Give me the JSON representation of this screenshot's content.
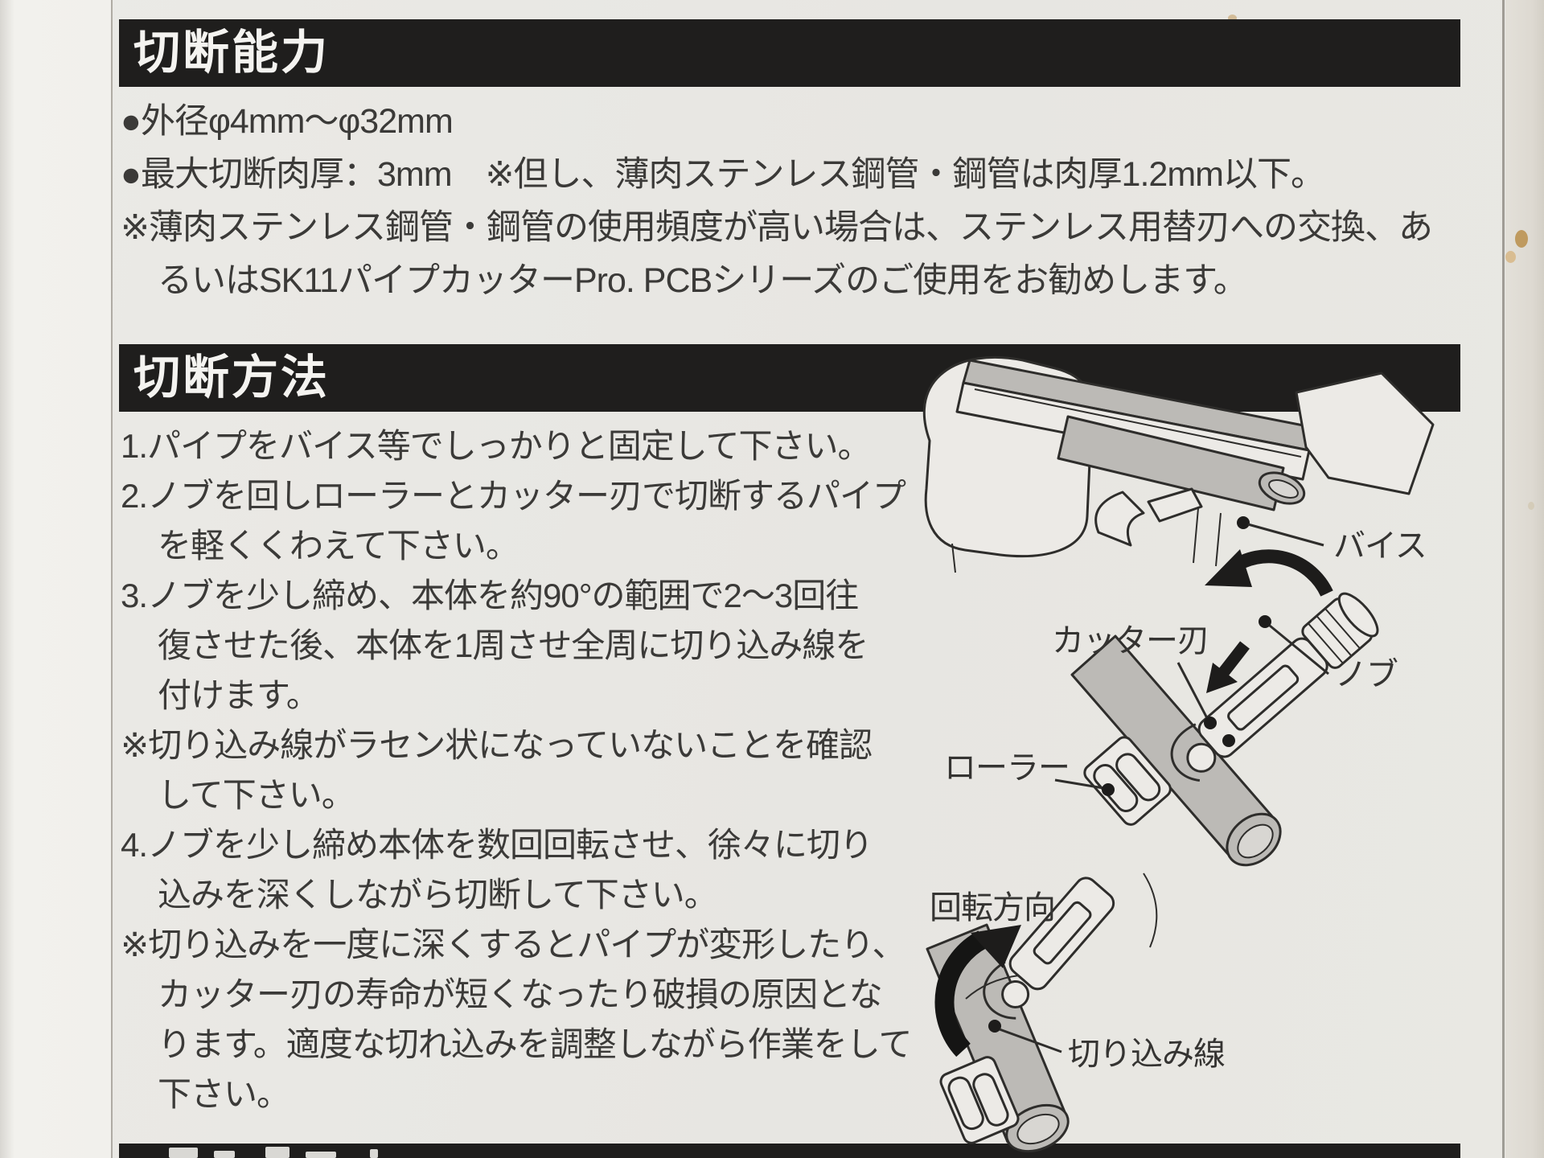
{
  "section_capacity": {
    "title": "切断能力",
    "lines": [
      {
        "text": "●外径φ4mm～φ32mm"
      },
      {
        "text": "●最大切断肉厚：3mm　※但し、薄肉ステンレス鋼管・鋼管は肉厚1.2mm以下。"
      },
      {
        "text": "※薄肉ステンレス鋼管・鋼管の使用頻度が高い場合は、ステンレス用替刃への交換、あ"
      },
      {
        "text": "るいはSK11パイプカッターPro. PCBシリーズのご使用をお勧めします。",
        "indent": true
      }
    ]
  },
  "section_method": {
    "title": "切断方法",
    "lines": [
      {
        "text": "1.パイプをバイス等でしっかりと固定して下さい。"
      },
      {
        "text": "2.ノブを回しローラーとカッター刃で切断するパイプ"
      },
      {
        "text": "を軽くくわえて下さい。",
        "indent": true
      },
      {
        "text": "3.ノブを少し締め、本体を約90°の範囲で2～3回往"
      },
      {
        "text": "復させた後、本体を1周させ全周に切り込み線を",
        "indent": true
      },
      {
        "text": "付けます。",
        "indent": true
      },
      {
        "text": "※切り込み線がラセン状になっていないことを確認"
      },
      {
        "text": "して下さい。",
        "indent": true
      },
      {
        "text": "4.ノブを少し締め本体を数回回転させ、徐々に切り"
      },
      {
        "text": "込みを深くしながら切断して下さい。",
        "indent": true
      },
      {
        "text": "※切り込みを一度に深くするとパイプが変形したり、"
      },
      {
        "text": "カッター刃の寿命が短くなったり破損の原因とな",
        "indent": true
      },
      {
        "text": "ります。適度な切れ込みを調整しながら作業をして",
        "indent": true
      },
      {
        "text": "下さい。",
        "indent": true
      }
    ]
  },
  "diagram_labels": {
    "vise": "バイス",
    "cutter_blade": "カッター刃",
    "knob": "ノブ",
    "roller": "ローラー",
    "rotation_direction": "回転方向",
    "cut_line": "切り込み線"
  },
  "colors": {
    "paper": "#e8e7e3",
    "header_bar": "#1f1e1d",
    "header_text": "#f4f3f0",
    "body_text": "#3b3a38",
    "pipe_gray": "#bcbab6"
  }
}
